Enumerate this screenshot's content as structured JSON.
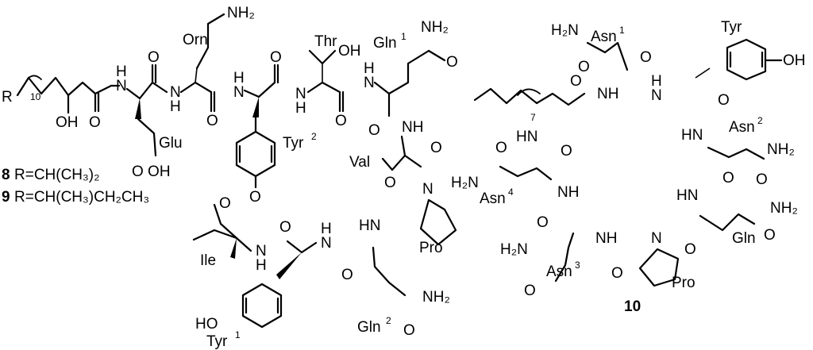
{
  "compounds": {
    "c8_id": "8",
    "c8_r": "R=CH(CH₃)₂",
    "c9_id": "9",
    "c9_r": "R=CH(CH₃)CH₂CH₃",
    "c10_id": "10"
  },
  "atoms": {
    "R": "R",
    "OH": "OH",
    "HO": "HO",
    "H": "H",
    "N": "N",
    "O": "O",
    "NH": "NH",
    "HN": "HN",
    "NH2": "NH₂",
    "H2N": "H₂N",
    "OHacid": "O  OH",
    "chain_n": "10",
    "chain_n10": "7"
  },
  "residues_left": {
    "orn": "Orn",
    "thr": "Thr",
    "gln1": "Gln",
    "gln1_n": "1",
    "glu": "Glu",
    "tyr2": "Tyr",
    "tyr2_n": "2",
    "val": "Val",
    "pro": "Pro",
    "ile": "Ile",
    "tyr1": "Tyr",
    "tyr1_n": "1",
    "gln2": "Gln",
    "gln2_n": "2"
  },
  "residues_right": {
    "asn1": "Asn",
    "asn1_n": "1",
    "tyr": "Tyr",
    "asn2": "Asn",
    "asn2_n": "2",
    "asn4": "Asn",
    "asn4_n": "4",
    "asn3": "Asn",
    "asn3_n": "3",
    "gln": "Gln",
    "pro": "Pro"
  }
}
